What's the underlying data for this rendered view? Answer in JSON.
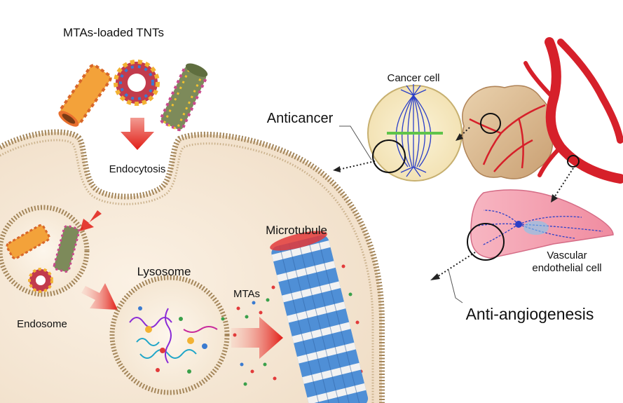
{
  "labels": {
    "tnts": "MTAs-loaded TNTs",
    "endocytosis": "Endocytosis",
    "endosome": "Endosome",
    "lysosome": "Lysosome",
    "mtas": "MTAs",
    "microtubule": "Microtubule",
    "anticancer": "Anticancer",
    "cancer_cell": "Cancer cell",
    "vascular_line1": "Vascular",
    "vascular_line2": "endothelial cell",
    "anti_angiogenesis": "Anti-angiogenesis"
  },
  "colors": {
    "cytoplasm": "#f6e6d2",
    "membrane_head": "#a4865a",
    "arrow_red": "#e0231c",
    "cancer_spindle": "#2b3fc8",
    "chromosome": "#5fc44a",
    "tumor": "#d9b98f",
    "vessel": "#d6202a",
    "endothelial": "#f4a3b2",
    "microtubule_blue": "#4f8fd6",
    "microtubule_white": "#f2f2f2"
  }
}
